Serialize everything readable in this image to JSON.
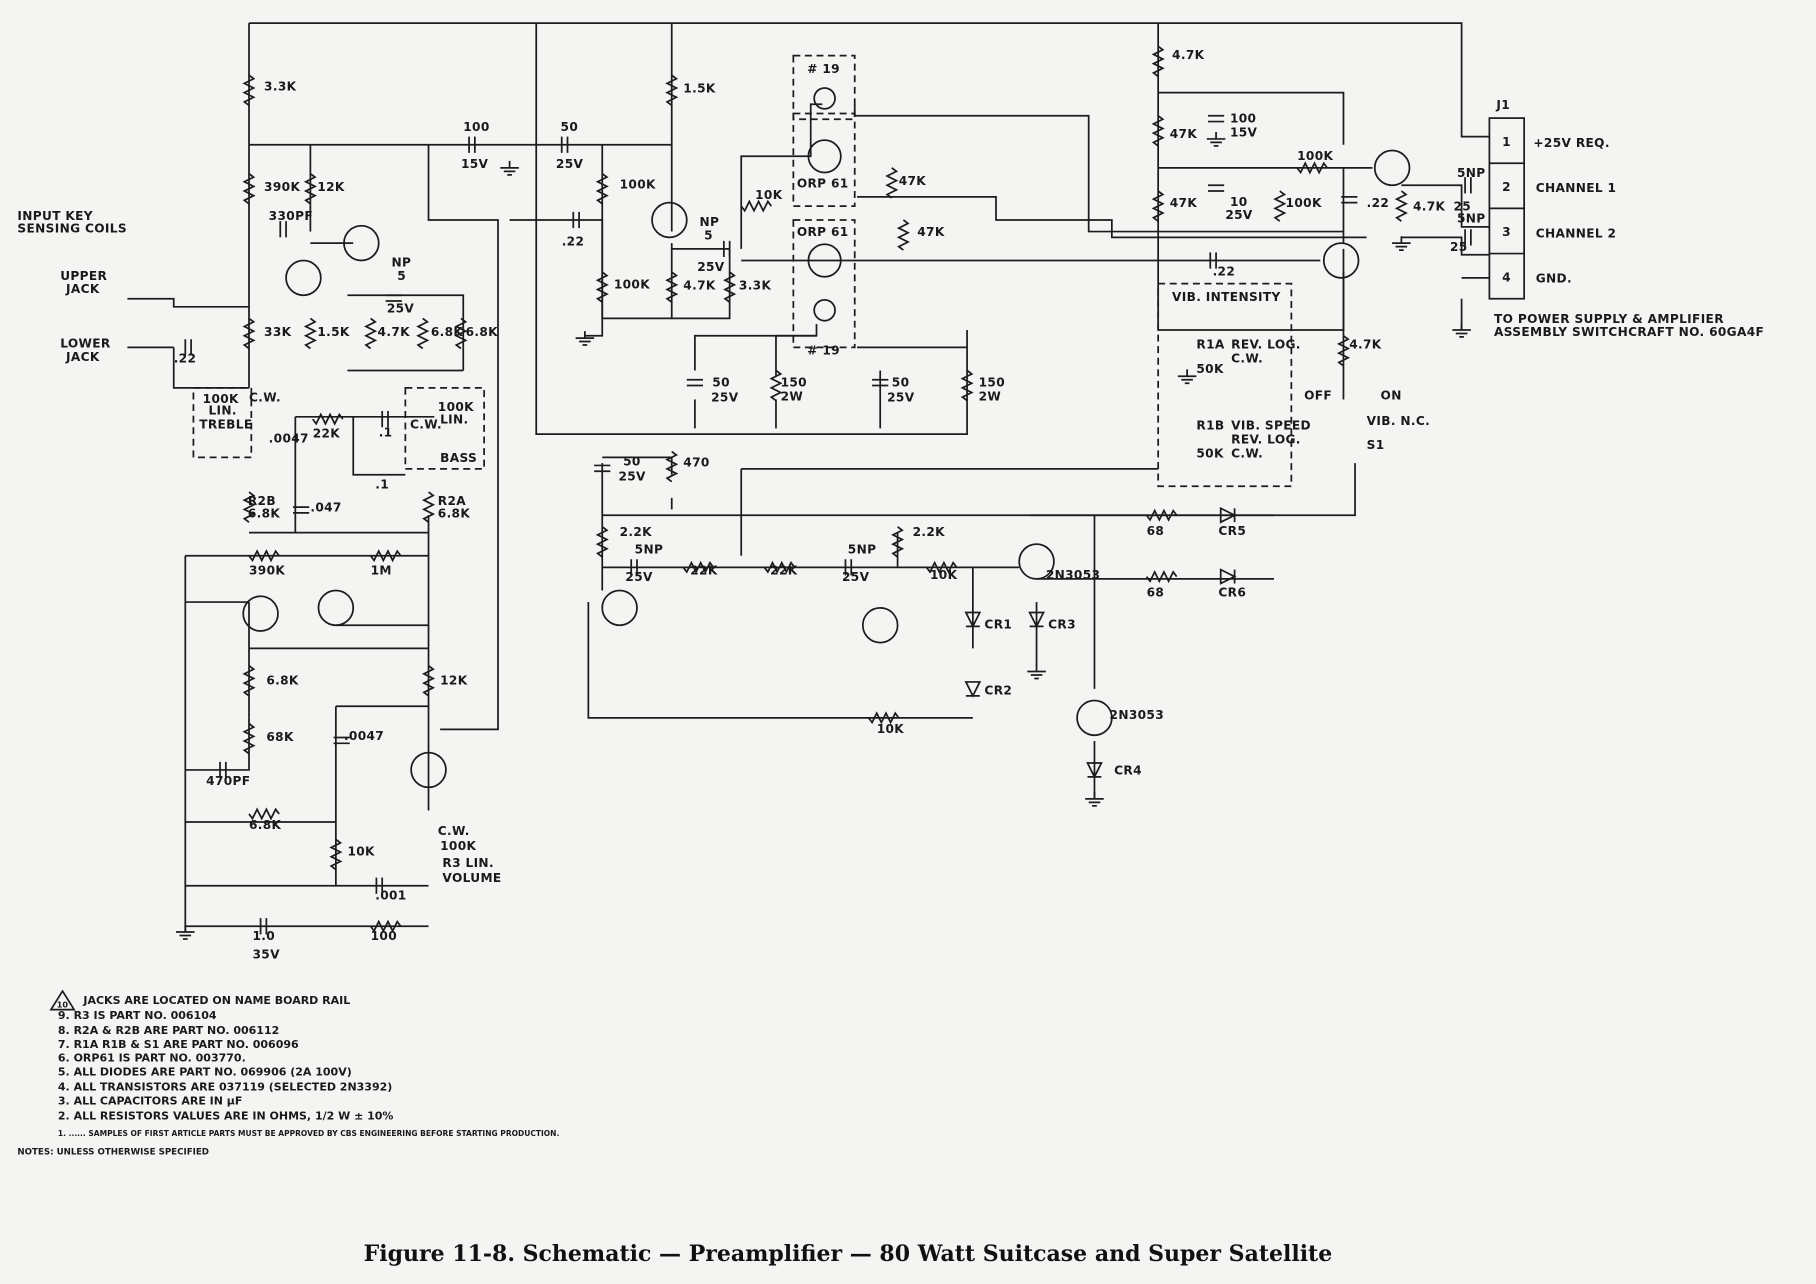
{
  "caption": "Figure 11-8.  Schematic — Preamplifier — 80 Watt Suitcase and Super Satellite",
  "colors": {
    "ink": "#1c1c1c",
    "paper": "#f4f4f2"
  },
  "connector": {
    "name": "J1",
    "pins": [
      {
        "number": "1",
        "label": "+25V REQ."
      },
      {
        "number": "2",
        "label": "CHANNEL 1"
      },
      {
        "number": "3",
        "label": "CHANNEL 2"
      },
      {
        "number": "4",
        "label": "GND."
      }
    ],
    "note_line1": "TO POWER SUPPLY & AMPLIFIER",
    "note_line2": "ASSEMBLY SWITCHCRAFT NO. 60GA4F"
  },
  "labels": [
    "3.3K",
    "390K",
    "12K",
    "330PF",
    "33K",
    "1.5K",
    "4.7K",
    "6.8K",
    "6.8K",
    "100",
    "15V",
    "50",
    "25V",
    "1.5K",
    "100K",
    ".22",
    "100K",
    "10K",
    "NP",
    "5",
    "25V",
    "4.7K",
    "3.3K",
    "# 19",
    "ORP 61",
    "ORP 61",
    "# 19",
    "47K",
    "47K",
    "50",
    "25V",
    "150",
    "2W",
    "50",
    "25V",
    "150",
    "2W",
    "INPUT KEY",
    "SENSING COILS",
    "UPPER",
    "JACK",
    "LOWER",
    "JACK",
    ".22",
    "NP",
    "5",
    "25V",
    "100K",
    "LIN.",
    "TREBLE",
    "C.W.",
    ".0047",
    "22K",
    ".1",
    "C.W.",
    "100K",
    "LIN.",
    "BASS",
    ".1",
    "R2B",
    "6.8K",
    ".047",
    "R2A",
    "6.8K",
    "390K",
    "1M",
    "6.8K",
    "12K",
    "68K",
    ".0047",
    "470PF",
    "6.8K",
    "10K",
    "C.W.",
    "100K",
    "R3 LIN.",
    "VOLUME",
    ".001",
    "100",
    "1.0",
    "35V",
    "4.7K",
    "100",
    "15V",
    "47K",
    "100K",
    "47K",
    "10",
    "25V",
    "100K",
    ".22",
    "4.7K",
    ".22",
    "VIB. INTENSITY",
    "R1A",
    "REV. LOG.",
    "50K",
    "C.W.",
    "R1B",
    "VIB. SPEED",
    "REV. LOG.",
    "50K",
    "C.W.",
    "4.7K",
    "OFF",
    "ON",
    "VIB. N.C.",
    "S1",
    "50",
    "25V",
    "470",
    "2.2K",
    "5NP",
    "25V",
    "22K",
    "22K",
    "5NP",
    "25V",
    "2.2K",
    "10K",
    "68",
    "CR5",
    "2N3053",
    "68",
    "CR6",
    "CR1",
    "CR3",
    "CR2",
    "10K",
    "2N3053",
    "CR4",
    "5NP",
    "25",
    "5NP",
    "25"
  ],
  "notes": {
    "items": [
      "JACKS ARE LOCATED ON NAME BOARD RAIL",
      "9. R3 IS PART NO. 006104",
      "8. R2A & R2B ARE PART NO. 006112",
      "7. R1A R1B & S1 ARE PART NO. 006096",
      "6. ORP61 IS PART NO. 003770.",
      "5. ALL DIODES ARE PART NO. 069906 (2A 100V)",
      "4. ALL TRANSISTORS ARE 037119 (SELECTED 2N3392)",
      "3. ALL CAPACITORS ARE IN µF",
      "2. ALL RESISTORS VALUES ARE IN OHMS, 1/2 W ± 10%",
      "1. ...... SAMPLES OF FIRST ARTICLE PARTS MUST BE APPROVED BY CBS ENGINEERING BEFORE STARTING PRODUCTION."
    ],
    "footer": "NOTES: UNLESS OTHERWISE SPECIFIED",
    "flag_symbol": "10"
  }
}
